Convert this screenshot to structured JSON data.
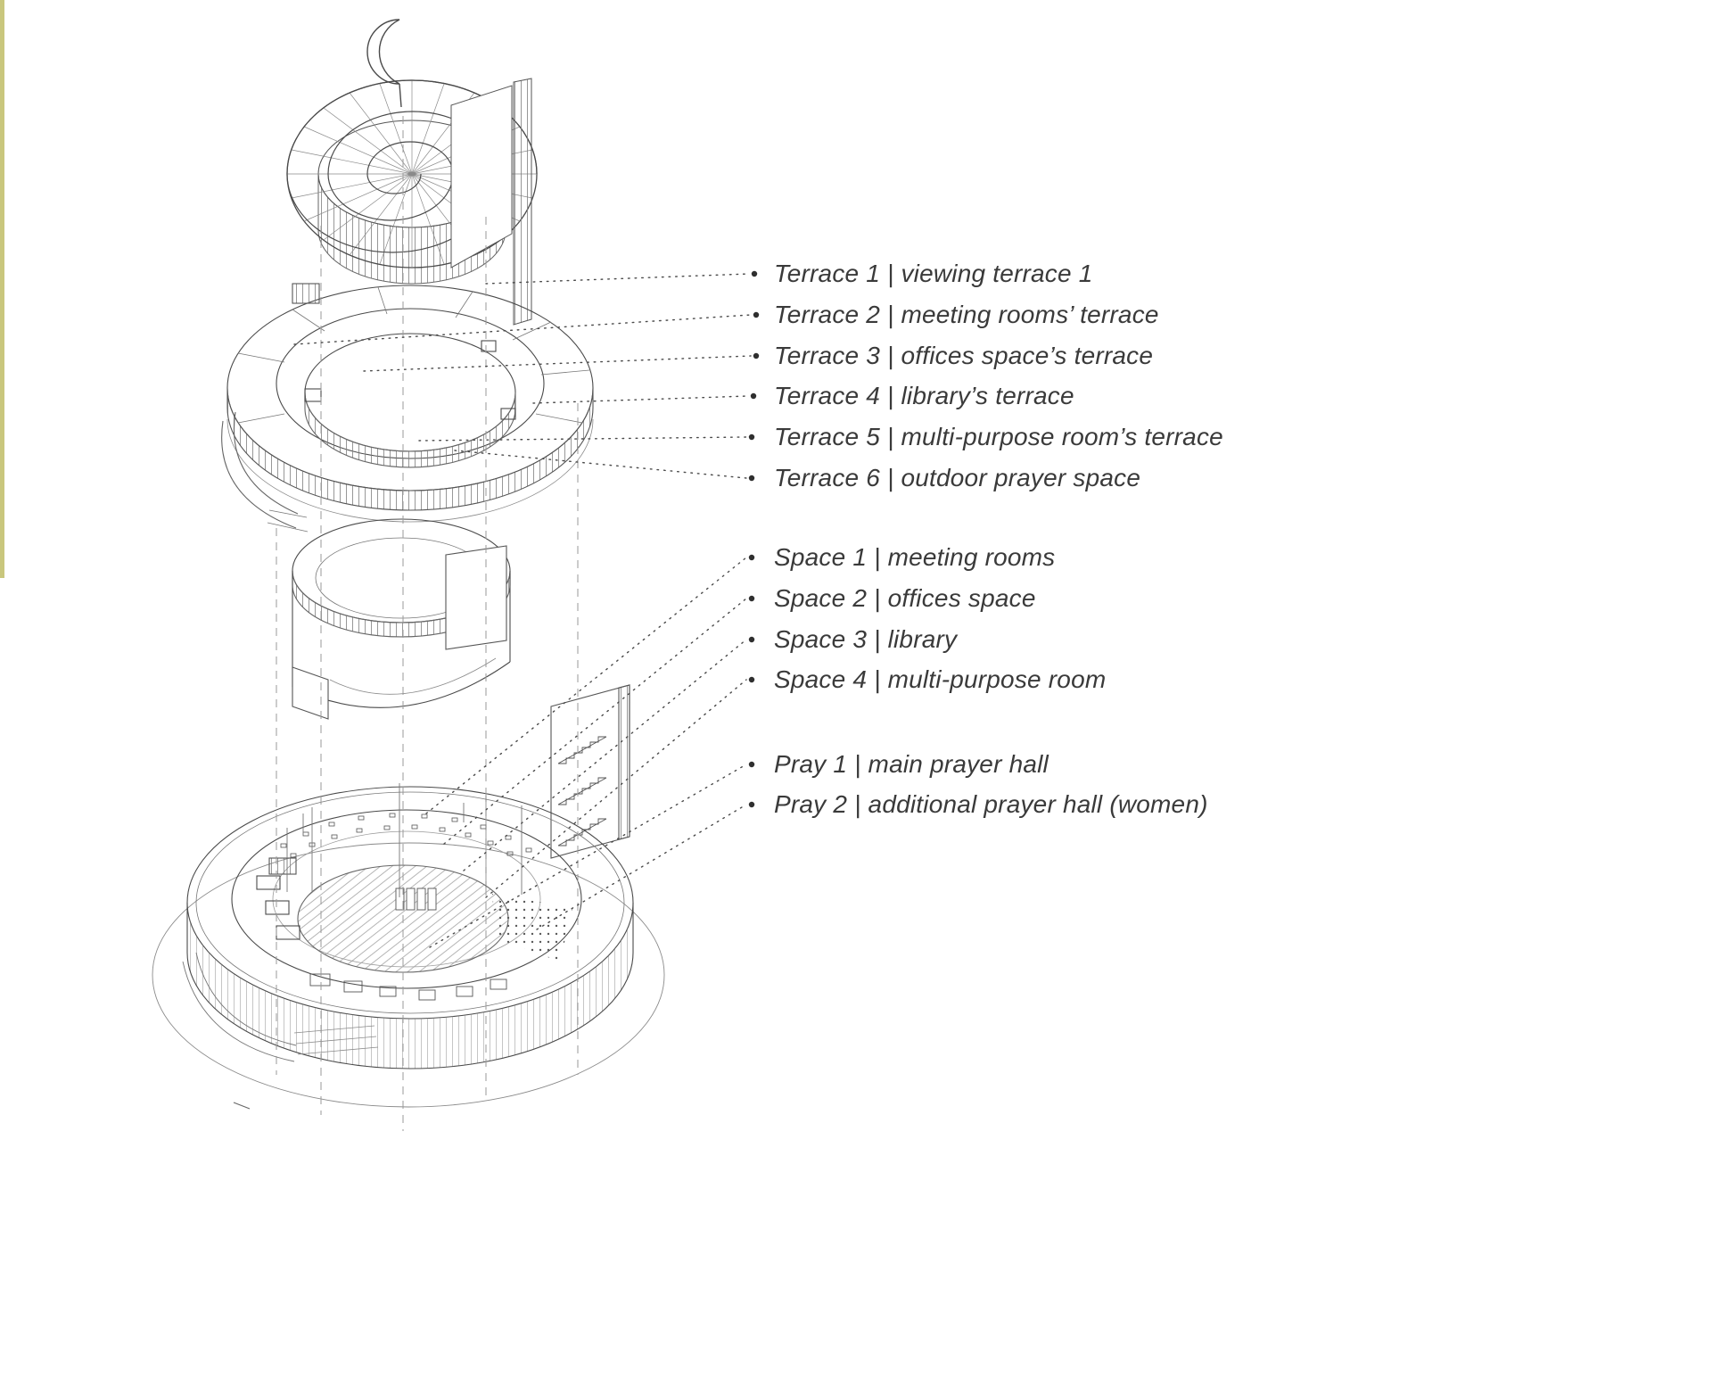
{
  "page": {
    "background": "#ffffff",
    "accent_strip_color": "#c9c77d",
    "line_color": "#4a4a4a",
    "label_color": "#3a3a3a"
  },
  "figure": {
    "type": "exploded-axonometric-architecture-diagram",
    "subject": "circular mosque building with crescent finial, spiral roof, terrace ring, drum, stair core and prayer-hall plan"
  },
  "labels": {
    "terraces": [
      {
        "text": "Terrace 1 | viewing terrace 1"
      },
      {
        "text": "Terrace 2 | meeting rooms’ terrace"
      },
      {
        "text": "Terrace 3 | offices space’s terrace"
      },
      {
        "text": "Terrace 4 | library’s terrace"
      },
      {
        "text": "Terrace 5 | multi-purpose room’s terrace"
      },
      {
        "text": "Terrace 6 | outdoor prayer space"
      }
    ],
    "spaces": [
      {
        "text": "Space 1 | meeting rooms"
      },
      {
        "text": "Space 2 | offices space"
      },
      {
        "text": "Space 3 | library"
      },
      {
        "text": "Space 4 | multi-purpose room"
      }
    ],
    "prayer": [
      {
        "text": "Pray 1 | main prayer hall"
      },
      {
        "text": "Pray 2 | additional prayer hall (women)"
      }
    ]
  }
}
